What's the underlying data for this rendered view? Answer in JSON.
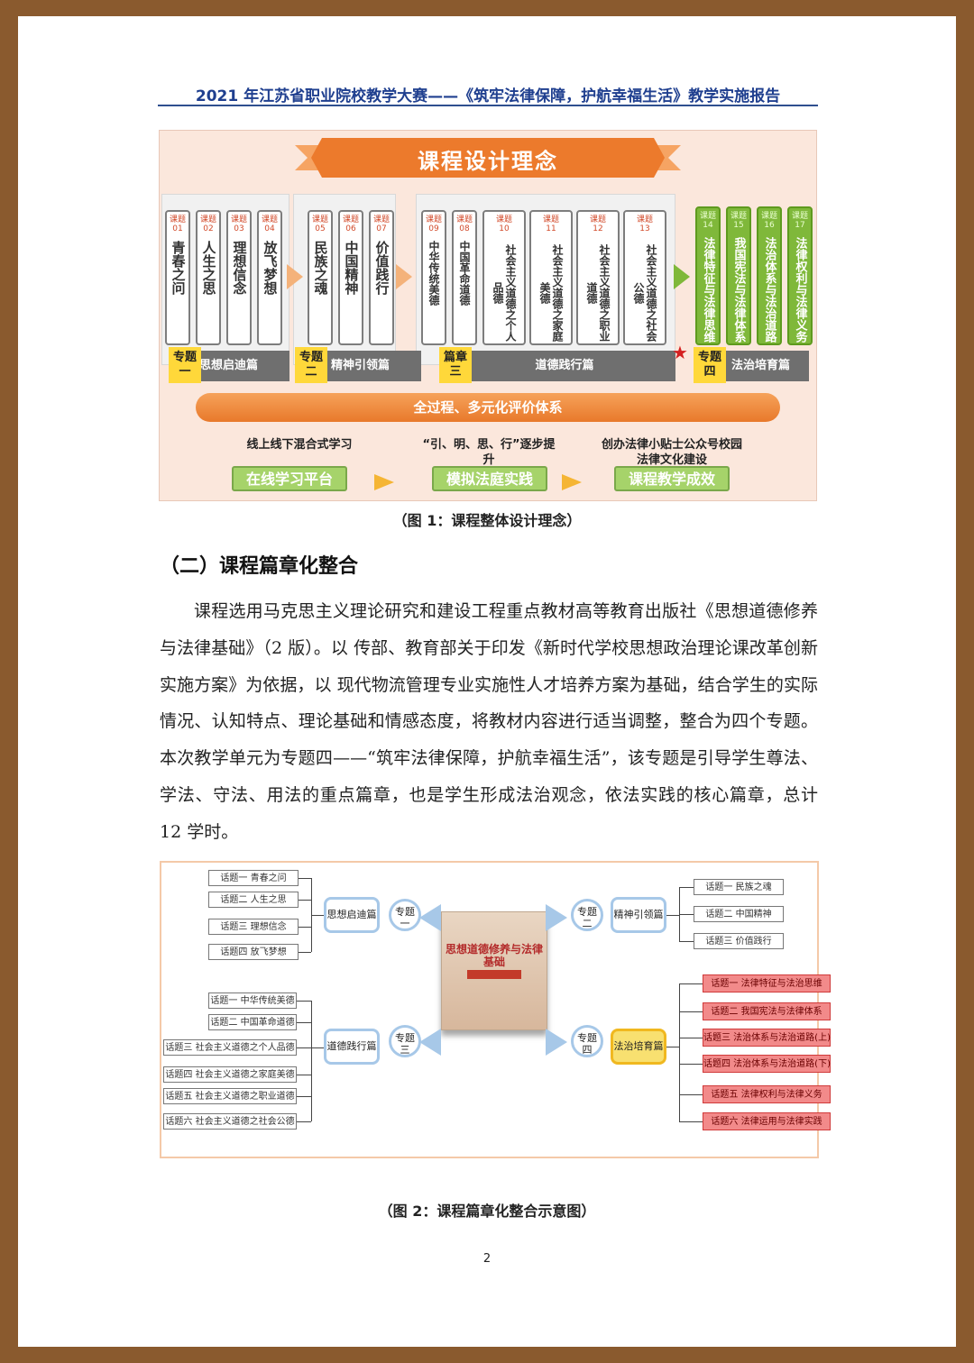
{
  "header": {
    "title": "2021 年江苏省职业院校教学大赛——《筑牢法律保障，护航幸福生活》教学实施报告"
  },
  "figure1": {
    "title": "课程设计理念",
    "topic_prefix": "课题",
    "topics": [
      {
        "no": "01",
        "text": "青春之问"
      },
      {
        "no": "02",
        "text": "人生之思"
      },
      {
        "no": "03",
        "text": "理想信念"
      },
      {
        "no": "04",
        "text": "放飞梦想"
      },
      {
        "no": "05",
        "text": "民族之魂"
      },
      {
        "no": "06",
        "text": "中国精神"
      },
      {
        "no": "07",
        "text": "价值践行"
      },
      {
        "no": "09",
        "text": "中华传统美德"
      },
      {
        "no": "08",
        "text": "中国革命道德"
      },
      {
        "no": "10",
        "text": "社会主义道德之个人品德"
      },
      {
        "no": "11",
        "text": "社会主义道德之家庭美德"
      },
      {
        "no": "12",
        "text": "社会主义道德之职业道德"
      },
      {
        "no": "13",
        "text": "社会主义道德之社会公德"
      },
      {
        "no": "14",
        "text": "法律特征与法律思维"
      },
      {
        "no": "15",
        "text": "我国宪法与法律体系"
      },
      {
        "no": "16",
        "text": "法治体系与法治道路"
      },
      {
        "no": "17",
        "text": "法律权利与法律义务"
      }
    ],
    "specials": [
      {
        "tag": "专题一",
        "label": "思想启迪篇"
      },
      {
        "tag": "专题二",
        "label": "精神引领篇"
      },
      {
        "tag": "篇章三",
        "label": "道德践行篇"
      },
      {
        "tag": "专题四",
        "label": "法治培育篇"
      }
    ],
    "eval_bar": "全过程、多元化评价体系",
    "bottom": [
      {
        "caption": "线上线下混合式学习",
        "box": "在线学习平台"
      },
      {
        "caption": "“引、明、思、行”逐步提升",
        "box": "模拟法庭实践"
      },
      {
        "caption": "创办法律小贴士公众号校园法律文化建设",
        "box": "课程教学成效"
      }
    ],
    "caption": "（图 1：课程整体设计理念）"
  },
  "section": {
    "title": "（二）课程篇章化整合"
  },
  "paragraph": "课程选用马克思主义理论研究和建设工程重点教材高等教育出版社《思想道德修养与法律基础》（2 版）。以 传部、教育部关于印发《新时代学校思想政治理论课改革创新实施方案》为依据，以 现代物流管理专业实施性人才培养方案为基础，结合学生的实际情况、认知特点、理论基础和情感态度，将教材内容进行适当调整，整合为四个专题。本次教学单元为专题四——“筑牢法律保障，护航幸福生活”，该专题是引导学生尊法、学法、守法、用法的重点篇章，也是学生形成法治观念，依法实践的核心篇章，总计 12 学时。",
  "figure2": {
    "left_top": [
      "话题一 青春之问",
      "话题二 人生之思",
      "话题三 理想信念",
      "话题四 放飞梦想"
    ],
    "left_bottom": [
      "话题一 中华传统美德",
      "话题二 中国革命道德",
      "话题三 社会主义道德之个人品德",
      "话题四 社会主义道德之家庭美德",
      "话题五 社会主义道德之职业道德",
      "话题六 社会主义道德之社会公德"
    ],
    "right_top": [
      "话题一 民族之魂",
      "话题二 中国精神",
      "话题三 价值践行"
    ],
    "right_bottom": [
      "话题一 法律特征与法治思维",
      "话题二 我国宪法与法律体系",
      "话题三 法治体系与法治道路(上)",
      "话题四 法治体系与法治道路(下)",
      "话题五 法律权利与法律义务",
      "话题六 法律运用与法律实践"
    ],
    "parts": [
      "思想启迪篇",
      "精神引领篇",
      "道德践行篇",
      "法治培育篇"
    ],
    "circles": [
      "专题一",
      "专题二",
      "专题三",
      "专题四"
    ],
    "book_title": "思想道德修养与法律基础",
    "caption": "（图 2：课程篇章化整合示意图）"
  },
  "page_number": "2",
  "colors": {
    "header_blue": "#1f3f8f",
    "orange": "#e8792b",
    "green": "#7fb83a",
    "red_box": "#f28a8a",
    "yellow_node": "#f8e070"
  }
}
